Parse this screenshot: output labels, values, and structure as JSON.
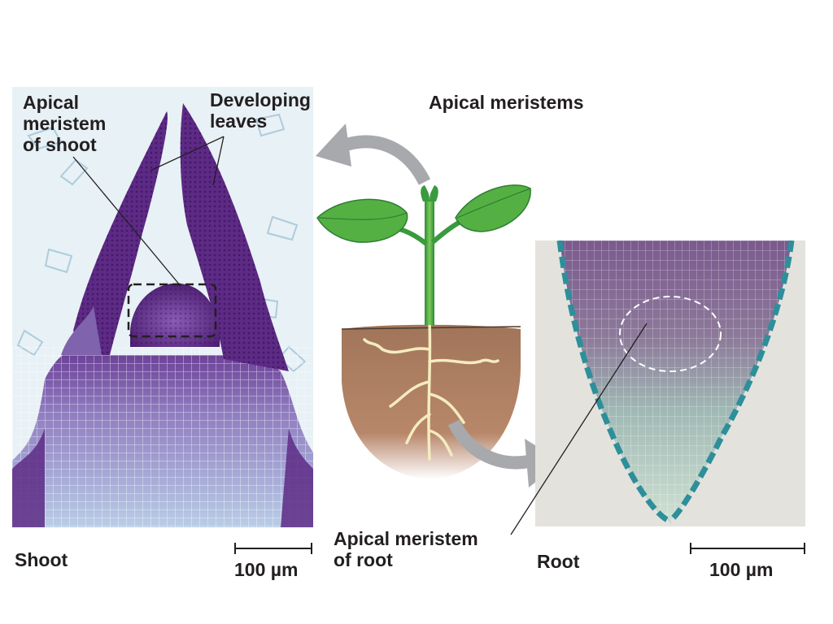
{
  "title": "Apical meristems",
  "shoot_panel": {
    "label": "Shoot",
    "callout_apical": "Apical\nmeristem\nof shoot",
    "callout_leaves": "Developing\nleaves",
    "scale_label": "100 µm"
  },
  "root_panel": {
    "label": "Root",
    "callout_apical": "Apical meristem\nof root",
    "scale_label": "100 µm"
  },
  "colors": {
    "stain_purple": "#5b2a7e",
    "stain_light": "#c9d9ea",
    "leaf_green": "#4aa63e",
    "soil_brown": "#9b6a45",
    "arrow_gray": "#a7a9ac",
    "root_cream": "#f4ecc0"
  }
}
